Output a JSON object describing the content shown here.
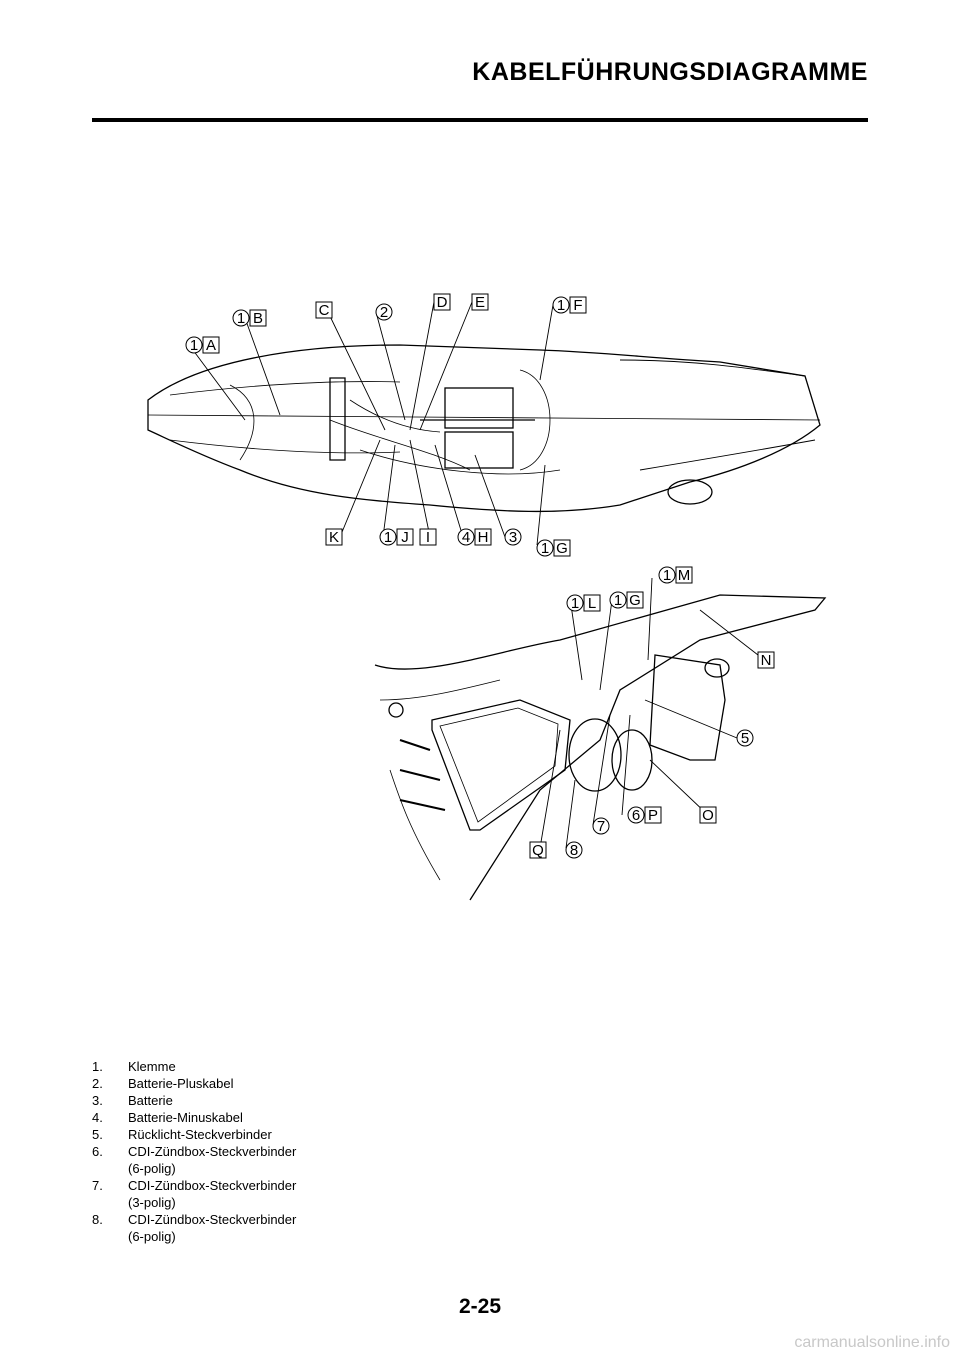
{
  "header": {
    "title": "KABELFÜHRUNGSDIAGRAMME"
  },
  "callouts_top": [
    {
      "n": "1",
      "l": "A"
    },
    {
      "n": "1",
      "l": "B"
    },
    {
      "n": "",
      "l": "C"
    },
    {
      "n": "2",
      "l": ""
    },
    {
      "n": "",
      "l": "D"
    },
    {
      "n": "",
      "l": "E"
    },
    {
      "n": "1",
      "l": "F"
    },
    {
      "n": "",
      "l": "K"
    },
    {
      "n": "1",
      "l": "J"
    },
    {
      "n": "",
      "l": "I"
    },
    {
      "n": "4",
      "l": "H"
    },
    {
      "n": "3",
      "l": ""
    },
    {
      "n": "1",
      "l": "G"
    }
  ],
  "callouts_bottom": [
    {
      "n": "1",
      "l": "M"
    },
    {
      "n": "1",
      "l": "L"
    },
    {
      "n": "1",
      "l": "G"
    },
    {
      "n": "",
      "l": "N"
    },
    {
      "n": "5",
      "l": ""
    },
    {
      "n": "6",
      "l": "P"
    },
    {
      "n": "",
      "l": "O"
    },
    {
      "n": "7",
      "l": ""
    },
    {
      "n": "8",
      "l": ""
    },
    {
      "n": "",
      "l": "Q"
    }
  ],
  "legend": [
    {
      "num": "1.",
      "text": "Klemme",
      "cont": ""
    },
    {
      "num": "2.",
      "text": "Batterie-Pluskabel",
      "cont": ""
    },
    {
      "num": "3.",
      "text": "Batterie",
      "cont": ""
    },
    {
      "num": "4.",
      "text": "Batterie-Minuskabel",
      "cont": ""
    },
    {
      "num": "5.",
      "text": "Rücklicht-Steckverbinder",
      "cont": ""
    },
    {
      "num": "6.",
      "text": "CDI-Zündbox-Steckverbinder",
      "cont": "(6-polig)"
    },
    {
      "num": "7.",
      "text": "CDI-Zündbox-Steckverbinder",
      "cont": "(3-polig)"
    },
    {
      "num": "8.",
      "text": "CDI-Zündbox-Steckverbinder",
      "cont": "(6-polig)"
    }
  ],
  "footer": {
    "page": "2-25",
    "watermark": "carmanualsonline.info"
  }
}
